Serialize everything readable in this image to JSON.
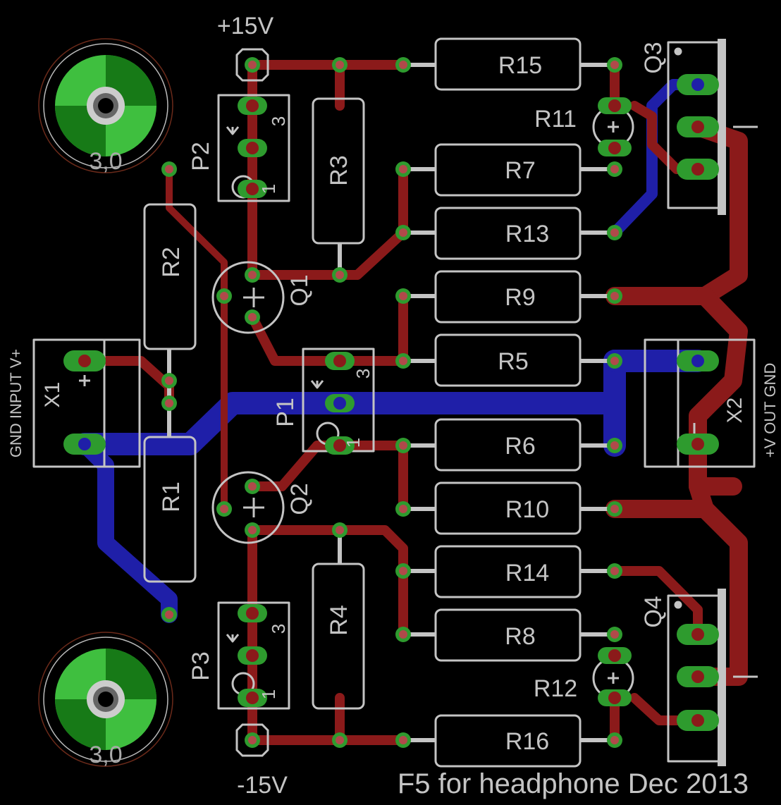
{
  "title": "F5 for headphone Dec 2013",
  "supply_labels": {
    "positive": "+15V",
    "negative": "-15V"
  },
  "hole_labels": {
    "top": "3,0",
    "bottom": "3,0"
  },
  "connectors": {
    "x1": {
      "name": "X1",
      "pin_text": "GND INPUT V+"
    },
    "x2": {
      "name": "X2",
      "pin_text": "+V OUT GND"
    }
  },
  "pins": {
    "p1": "1",
    "p2": "3"
  },
  "transistors": {
    "q1": "Q1",
    "q2": "Q2",
    "q3": "Q3",
    "q4": "Q4"
  },
  "trimmers": {
    "p1": "P1",
    "p2": "P2",
    "p3": "P3"
  },
  "resistors": {
    "r1": "R1",
    "r2": "R2",
    "r3": "R3",
    "r4": "R4",
    "r5": "R5",
    "r6": "R6",
    "r7": "R7",
    "r8": "R8",
    "r9": "R9",
    "r10": "R10",
    "r11": "R11",
    "r12": "R12",
    "r13": "R13",
    "r14": "R14",
    "r15": "R15",
    "r16": "R16"
  },
  "colors": {
    "background": "#000000",
    "top_copper": "#8b1a1a",
    "bottom_copper": "#1f1fa8",
    "pad": "#2e9b2e",
    "silkscreen": "#c4c4c4",
    "mount_hole": "#3fbf3f"
  }
}
